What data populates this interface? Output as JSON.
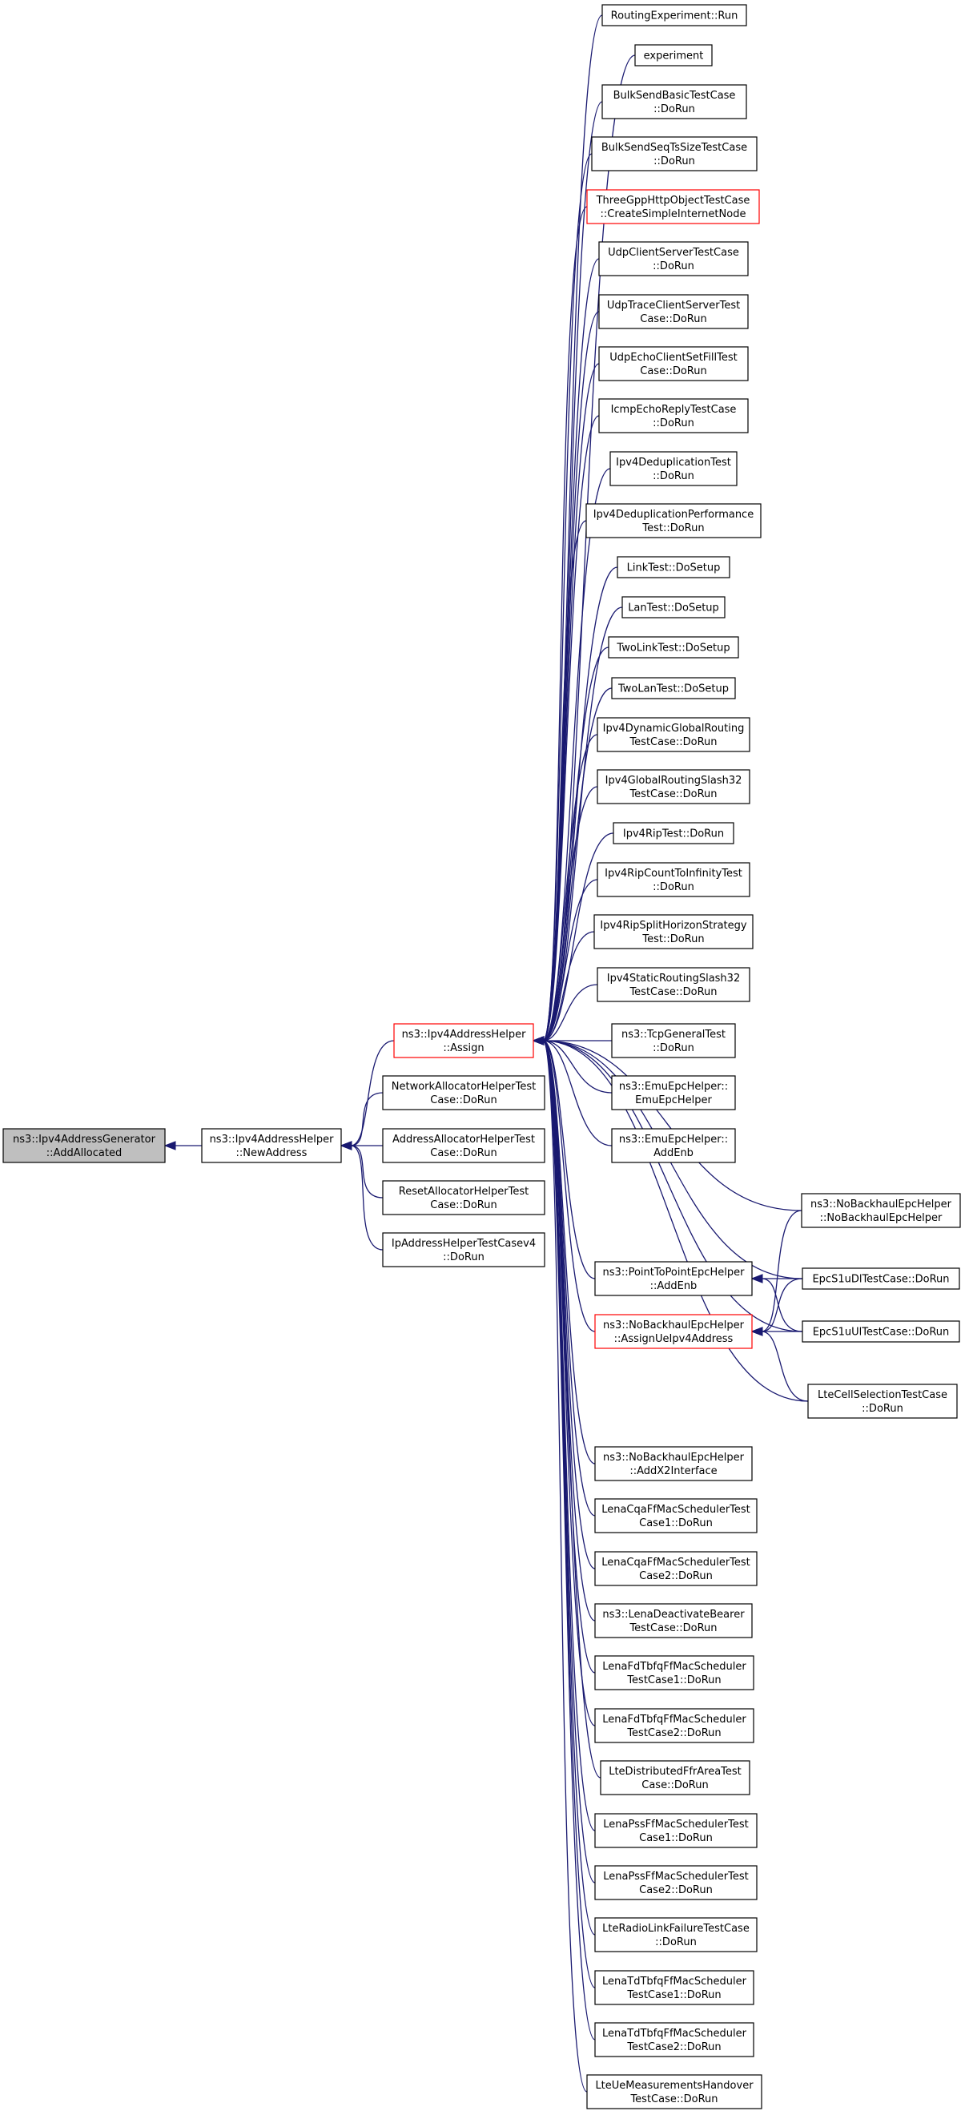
{
  "nodes": [
    {
      "id": "generator",
      "lines": [
        "ns3::Ipv4AddressGenerator",
        "::AddAllocated"
      ],
      "style": "gray",
      "interactable": true
    },
    {
      "id": "newaddress",
      "lines": [
        "ns3::Ipv4AddressHelper",
        "::NewAddress"
      ],
      "style": "normal",
      "interactable": true
    },
    {
      "id": "assign",
      "lines": [
        "ns3::Ipv4AddressHelper",
        "::Assign"
      ],
      "style": "red",
      "interactable": true
    },
    {
      "id": "netalloc",
      "lines": [
        "NetworkAllocatorHelperTest",
        "Case::DoRun"
      ],
      "style": "normal",
      "interactable": true
    },
    {
      "id": "addralloc",
      "lines": [
        "AddressAllocatorHelperTest",
        "Case::DoRun"
      ],
      "style": "normal",
      "interactable": true
    },
    {
      "id": "resetalloc",
      "lines": [
        "ResetAllocatorHelperTest",
        "Case::DoRun"
      ],
      "style": "normal",
      "interactable": true
    },
    {
      "id": "iphelper",
      "lines": [
        "IpAddressHelperTestCasev4",
        "::DoRun"
      ],
      "style": "normal",
      "interactable": true
    },
    {
      "id": "routingexp",
      "lines": [
        "RoutingExperiment::Run"
      ],
      "style": "normal",
      "interactable": true
    },
    {
      "id": "experiment",
      "lines": [
        "experiment"
      ],
      "style": "normal",
      "interactable": true
    },
    {
      "id": "bulkbasic",
      "lines": [
        "BulkSendBasicTestCase",
        "::DoRun"
      ],
      "style": "normal",
      "interactable": true
    },
    {
      "id": "bulkseq",
      "lines": [
        "BulkSendSeqTsSizeTestCase",
        "::DoRun"
      ],
      "style": "normal",
      "interactable": true
    },
    {
      "id": "threegpp",
      "lines": [
        "ThreeGppHttpObjectTestCase",
        "::CreateSimpleInternetNode"
      ],
      "style": "red",
      "interactable": true
    },
    {
      "id": "udpcs",
      "lines": [
        "UdpClientServerTestCase",
        "::DoRun"
      ],
      "style": "normal",
      "interactable": true
    },
    {
      "id": "udptrace",
      "lines": [
        "UdpTraceClientServerTest",
        "Case::DoRun"
      ],
      "style": "normal",
      "interactable": true
    },
    {
      "id": "udpecho",
      "lines": [
        "UdpEchoClientSetFillTest",
        "Case::DoRun"
      ],
      "style": "normal",
      "interactable": true
    },
    {
      "id": "icmpecho",
      "lines": [
        "IcmpEchoReplyTestCase",
        "::DoRun"
      ],
      "style": "normal",
      "interactable": true
    },
    {
      "id": "ipv4dedup",
      "lines": [
        "Ipv4DeduplicationTest",
        "::DoRun"
      ],
      "style": "normal",
      "interactable": true
    },
    {
      "id": "ipv4dedupperf",
      "lines": [
        "Ipv4DeduplicationPerformance",
        "Test::DoRun"
      ],
      "style": "normal",
      "interactable": true
    },
    {
      "id": "linktest",
      "lines": [
        "LinkTest::DoSetup"
      ],
      "style": "normal",
      "interactable": true
    },
    {
      "id": "lantest",
      "lines": [
        "LanTest::DoSetup"
      ],
      "style": "normal",
      "interactable": true
    },
    {
      "id": "twolinktest",
      "lines": [
        "TwoLinkTest::DoSetup"
      ],
      "style": "normal",
      "interactable": true
    },
    {
      "id": "twolantest",
      "lines": [
        "TwoLanTest::DoSetup"
      ],
      "style": "normal",
      "interactable": true
    },
    {
      "id": "ipv4dyn",
      "lines": [
        "Ipv4DynamicGlobalRouting",
        "TestCase::DoRun"
      ],
      "style": "normal",
      "interactable": true
    },
    {
      "id": "ipv4slash",
      "lines": [
        "Ipv4GlobalRoutingSlash32",
        "TestCase::DoRun"
      ],
      "style": "normal",
      "interactable": true
    },
    {
      "id": "ipv4rip",
      "lines": [
        "Ipv4RipTest::DoRun"
      ],
      "style": "normal",
      "interactable": true
    },
    {
      "id": "ipv4ripcount",
      "lines": [
        "Ipv4RipCountToInfinityTest",
        "::DoRun"
      ],
      "style": "normal",
      "interactable": true
    },
    {
      "id": "ipv4ripsplit",
      "lines": [
        "Ipv4RipSplitHorizonStrategy",
        "Test::DoRun"
      ],
      "style": "normal",
      "interactable": true
    },
    {
      "id": "ipv4static",
      "lines": [
        "Ipv4StaticRoutingSlash32",
        "TestCase::DoRun"
      ],
      "style": "normal",
      "interactable": true
    },
    {
      "id": "tcpgeneral",
      "lines": [
        "ns3::TcpGeneralTest",
        "::DoRun"
      ],
      "style": "normal",
      "interactable": true
    },
    {
      "id": "emuepc",
      "lines": [
        "ns3::EmuEpcHelper::",
        "EmuEpcHelper"
      ],
      "style": "normal",
      "interactable": true
    },
    {
      "id": "emuaddenb",
      "lines": [
        "ns3::EmuEpcHelper::",
        "AddEnb"
      ],
      "style": "normal",
      "interactable": true
    },
    {
      "id": "nobackhaulctor",
      "lines": [
        "ns3::NoBackhaulEpcHelper",
        "::NoBackhaulEpcHelper"
      ],
      "style": "normal",
      "interactable": true
    },
    {
      "id": "p2paddenb",
      "lines": [
        "ns3::PointToPointEpcHelper",
        "::AddEnb"
      ],
      "style": "normal",
      "interactable": true
    },
    {
      "id": "epcdl",
      "lines": [
        "EpcS1uDlTestCase::DoRun"
      ],
      "style": "normal",
      "interactable": true
    },
    {
      "id": "assignue",
      "lines": [
        "ns3::NoBackhaulEpcHelper",
        "::AssignUeIpv4Address"
      ],
      "style": "red",
      "interactable": true
    },
    {
      "id": "epcul",
      "lines": [
        "EpcS1uUlTestCase::DoRun"
      ],
      "style": "normal",
      "interactable": true
    },
    {
      "id": "ltecellsel",
      "lines": [
        "LteCellSelectionTestCase",
        "::DoRun"
      ],
      "style": "normal",
      "interactable": true
    },
    {
      "id": "addx2",
      "lines": [
        "ns3::NoBackhaulEpcHelper",
        "::AddX2Interface"
      ],
      "style": "normal",
      "interactable": true
    },
    {
      "id": "lenacqa1",
      "lines": [
        "LenaCqaFfMacSchedulerTest",
        "Case1::DoRun"
      ],
      "style": "normal",
      "interactable": true
    },
    {
      "id": "lenacqa2",
      "lines": [
        "LenaCqaFfMacSchedulerTest",
        "Case2::DoRun"
      ],
      "style": "normal",
      "interactable": true
    },
    {
      "id": "lenadeact",
      "lines": [
        "ns3::LenaDeactivateBearer",
        "TestCase::DoRun"
      ],
      "style": "normal",
      "interactable": true
    },
    {
      "id": "lenafd1",
      "lines": [
        "LenaFdTbfqFfMacScheduler",
        "TestCase1::DoRun"
      ],
      "style": "normal",
      "interactable": true
    },
    {
      "id": "lenafd2",
      "lines": [
        "LenaFdTbfqFfMacScheduler",
        "TestCase2::DoRun"
      ],
      "style": "normal",
      "interactable": true
    },
    {
      "id": "ltedistffr",
      "lines": [
        "LteDistributedFfrAreaTest",
        "Case::DoRun"
      ],
      "style": "normal",
      "interactable": true
    },
    {
      "id": "lenapss1",
      "lines": [
        "LenaPssFfMacSchedulerTest",
        "Case1::DoRun"
      ],
      "style": "normal",
      "interactable": true
    },
    {
      "id": "lenapss2",
      "lines": [
        "LenaPssFfMacSchedulerTest",
        "Case2::DoRun"
      ],
      "style": "normal",
      "interactable": true
    },
    {
      "id": "lteradio",
      "lines": [
        "LteRadioLinkFailureTestCase",
        "::DoRun"
      ],
      "style": "normal",
      "interactable": true
    },
    {
      "id": "lenatd1",
      "lines": [
        "LenaTdTbfqFfMacScheduler",
        "TestCase1::DoRun"
      ],
      "style": "normal",
      "interactable": true
    },
    {
      "id": "lenatd2",
      "lines": [
        "LenaTdTbfqFfMacScheduler",
        "TestCase2::DoRun"
      ],
      "style": "normal",
      "interactable": true
    },
    {
      "id": "ltemeas",
      "lines": [
        "LteUeMeasurementsHandover",
        "TestCase::DoRun"
      ],
      "style": "normal",
      "interactable": true
    }
  ],
  "edges": [
    {
      "from": "newaddress",
      "to": "generator"
    },
    {
      "from": "assign",
      "to": "newaddress"
    },
    {
      "from": "netalloc",
      "to": "newaddress"
    },
    {
      "from": "addralloc",
      "to": "newaddress"
    },
    {
      "from": "resetalloc",
      "to": "newaddress"
    },
    {
      "from": "iphelper",
      "to": "newaddress"
    },
    {
      "from": "routingexp",
      "to": "assign"
    },
    {
      "from": "experiment",
      "to": "assign"
    },
    {
      "from": "bulkbasic",
      "to": "assign"
    },
    {
      "from": "bulkseq",
      "to": "assign"
    },
    {
      "from": "threegpp",
      "to": "assign"
    },
    {
      "from": "udpcs",
      "to": "assign"
    },
    {
      "from": "udptrace",
      "to": "assign"
    },
    {
      "from": "udpecho",
      "to": "assign"
    },
    {
      "from": "icmpecho",
      "to": "assign"
    },
    {
      "from": "ipv4dedup",
      "to": "assign"
    },
    {
      "from": "ipv4dedupperf",
      "to": "assign"
    },
    {
      "from": "linktest",
      "to": "assign"
    },
    {
      "from": "lantest",
      "to": "assign"
    },
    {
      "from": "twolinktest",
      "to": "assign"
    },
    {
      "from": "twolantest",
      "to": "assign"
    },
    {
      "from": "ipv4dyn",
      "to": "assign"
    },
    {
      "from": "ipv4slash",
      "to": "assign"
    },
    {
      "from": "ipv4rip",
      "to": "assign"
    },
    {
      "from": "ipv4ripcount",
      "to": "assign"
    },
    {
      "from": "ipv4ripsplit",
      "to": "assign"
    },
    {
      "from": "ipv4static",
      "to": "assign"
    },
    {
      "from": "tcpgeneral",
      "to": "assign"
    },
    {
      "from": "emuepc",
      "to": "assign"
    },
    {
      "from": "emuaddenb",
      "to": "assign"
    },
    {
      "from": "nobackhaulctor",
      "to": "assign"
    },
    {
      "from": "p2paddenb",
      "to": "assign"
    },
    {
      "from": "epcdl",
      "to": "assign"
    },
    {
      "from": "assignue",
      "to": "assign"
    },
    {
      "from": "epcul",
      "to": "assign"
    },
    {
      "from": "ltecellsel",
      "to": "assign"
    },
    {
      "from": "addx2",
      "to": "assign"
    },
    {
      "from": "lenacqa1",
      "to": "assign"
    },
    {
      "from": "lenacqa2",
      "to": "assign"
    },
    {
      "from": "lenadeact",
      "to": "assign"
    },
    {
      "from": "lenafd1",
      "to": "assign"
    },
    {
      "from": "lenafd2",
      "to": "assign"
    },
    {
      "from": "ltedistffr",
      "to": "assign"
    },
    {
      "from": "lenapss1",
      "to": "assign"
    },
    {
      "from": "lenapss2",
      "to": "assign"
    },
    {
      "from": "lteradio",
      "to": "assign"
    },
    {
      "from": "lenatd1",
      "to": "assign"
    },
    {
      "from": "lenatd2",
      "to": "assign"
    },
    {
      "from": "ltemeas",
      "to": "assign"
    },
    {
      "from": "epcdl",
      "to": "p2paddenb"
    },
    {
      "from": "epcul",
      "to": "p2paddenb"
    },
    {
      "from": "nobackhaulctor",
      "to": "assignue"
    },
    {
      "from": "epcdl",
      "to": "assignue"
    },
    {
      "from": "epcul",
      "to": "assignue"
    },
    {
      "from": "ltecellsel",
      "to": "assignue"
    }
  ],
  "colors": {
    "edge": "#191970",
    "node_border": "#000000",
    "highlight_border": "#ff0000",
    "root_fill": "#bfbfbf"
  }
}
